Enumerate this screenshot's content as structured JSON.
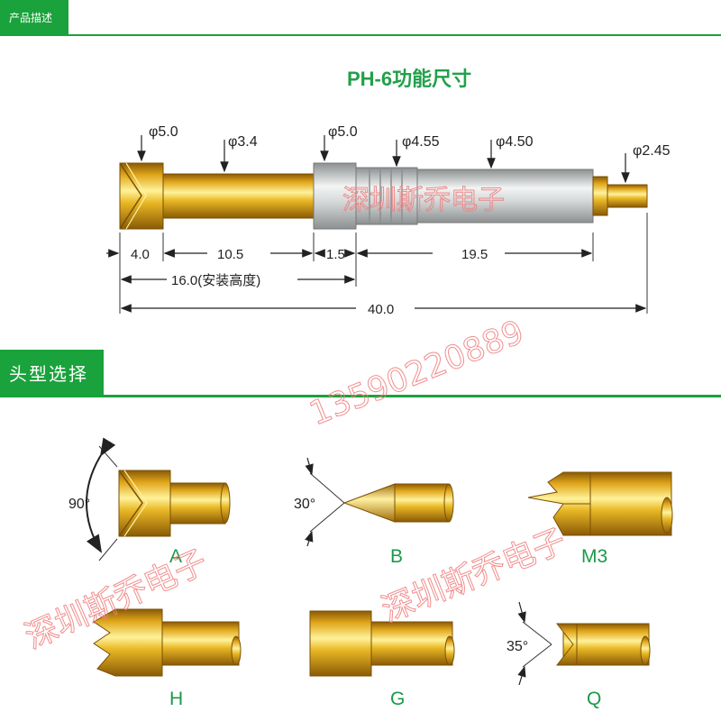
{
  "sections": {
    "description_tab": "产品描述",
    "head_type_tab": "头型选择"
  },
  "diagram_title": "PH-6功能尺寸",
  "diameters": [
    "φ5.0",
    "φ3.4",
    "φ5.0",
    "φ4.55",
    "φ4.50",
    "φ2.45"
  ],
  "lengths": [
    "4.0",
    "10.5",
    "1.5",
    "19.5"
  ],
  "install_height": "16.0(安装高度)",
  "total_length": "40.0",
  "head_types": [
    "A",
    "B",
    "M3",
    "H",
    "G",
    "Q"
  ],
  "angles": [
    "90°",
    "30°",
    "35°"
  ],
  "watermarks": [
    "深圳斯乔电子",
    "13590220889",
    "深圳斯乔电子",
    "深圳斯乔电子"
  ],
  "colors": {
    "accent_green": "#1aa23c",
    "gold": "#e6b521",
    "silver": "#cfd2d3",
    "watermark": "#f08080"
  }
}
